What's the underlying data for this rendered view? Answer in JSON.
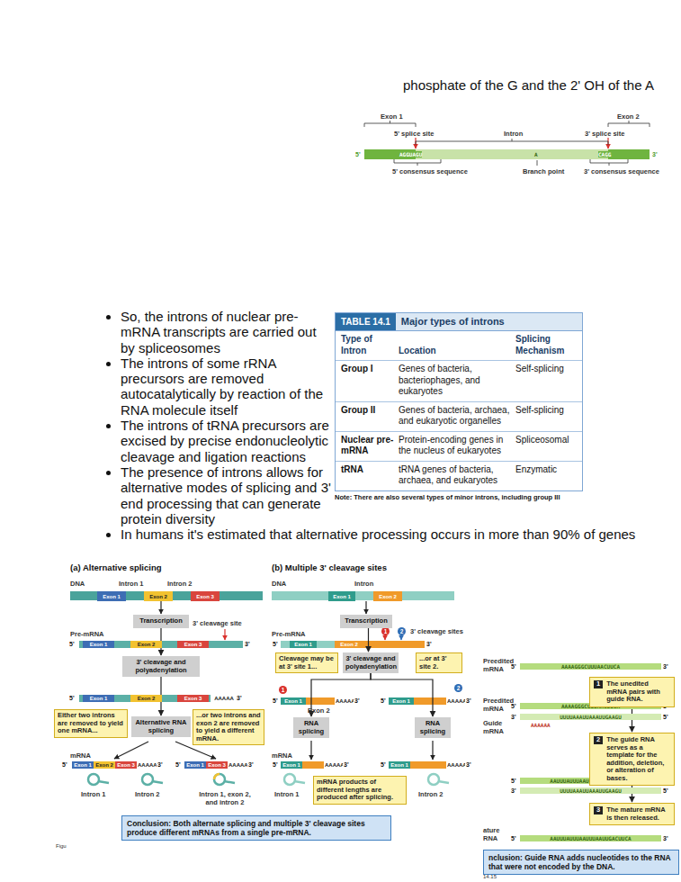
{
  "diagram": {
    "nodes": [
      {
        "text": [
          "Transcription"
        ]
      },
      {
        "text": [
          "3' cleavage and polyadenylation"
        ]
      },
      {
        "text": [
          "Alternative RNA splicing"
        ]
      },
      {
        "text": [
          "Either two introns are removed to yield one mRNA..."
        ]
      },
      {
        "text": [
          "...or two introns and exon 2 are removed to yield a different mRNA."
        ]
      },
      {
        "text": [
          "Conclusion: Both alternate splicing and multiple 3' cleavage sites produce different mRNAs from a single pre-mRNA."
        ]
      },
      {
        "text": [
          "Transcription"
        ]
      },
      {
        "text": [
          "Cleavage may be at 3' site 1..."
        ]
      },
      {
        "text": [
          "3' cleavage and polyadenylation"
        ]
      },
      {
        "text": [
          "...or at 3' site 2."
        ]
      },
      {
        "text": [
          "RNA splicing"
        ]
      },
      {
        "text": [
          "RNA splicing"
        ]
      },
      {
        "text": [
          "mRNA products of different lengths are produced after splicing."
        ]
      },
      {
        "text": [
          "1",
          "The unedited mRNA pairs with guide RNA."
        ]
      },
      {
        "text": [
          "2",
          "The guide RNA serves as a template for the addition, deletion, or alteration of bases."
        ]
      },
      {
        "text": [
          "3",
          "The mature mRNA is then released."
        ]
      },
      {
        "text": [
          "nclusion: Guide RNA adds nucleotides to the RNA that were not encoded by the DNA."
        ]
      }
    ],
    "edges": [
      {
        "from": 0,
        "to": 1,
        "arrow": "to"
      },
      {
        "from": 1,
        "to": 2,
        "arrow": "to"
      },
      {
        "from": 6,
        "to": 8,
        "arrow": "to"
      },
      {
        "from": 8,
        "to": 10,
        "arrow": "to"
      },
      {
        "from": 8,
        "to": 11,
        "arrow": "to"
      },
      {
        "from": 13,
        "to": 14,
        "arrow": "to"
      },
      {
        "from": 14,
        "to": 15,
        "arrow": "to"
      }
    ],
    "labels": [
      "phosphate of the G and the 2' OH of the A",
      "Exon 1",
      "5' splice site",
      "Intron",
      "Exon 2",
      "3' splice site",
      "5'",
      "AGGUAGU",
      "A",
      "CAGG",
      "3'",
      "5' consensus sequence",
      "Branch point",
      "3' consensus sequence",
      "So, the introns of nuclear pre-mRNA transcripts are carried out by spliceosomes",
      "The introns of some rRNA precursors are removed autocatalytically by reaction of the RNA molecule itself",
      "The introns of tRNA precursors are excised by precise endonucleolytic cleavage and ligation reactions",
      "The presence of introns allows for alternative modes of splicing and 3' end processing that can generate protein diversity",
      "In humans it's estimated that alternative processing occurs in more than 90% of genes",
      "TABLE 14.1",
      "Major types of introns",
      "Type of Intron",
      "Location",
      "Splicing Mechanism",
      "Group I",
      "Genes of bacteria, bacteriophages, and eukaryotes",
      "Self-splicing",
      "Group II",
      "Genes of bacteria, archaea, and eukaryotic organelles",
      "Self-splicing",
      "Nuclear pre-mRNA",
      "Protein-encoding genes in the nucleus of eukaryotes",
      "Spliceosomal",
      "tRNA",
      "tRNA genes of bacteria, archaea, and eukaryotes",
      "Enzymatic",
      "Note: There are also several types of minor introns, including group III",
      "(a) Alternative splicing",
      "DNA",
      "Intron 1",
      "Intron 2",
      "Exon 1",
      "Exon 2",
      "Exon 3",
      "3' cleavage site",
      "Pre-mRNA",
      "5'",
      "Exon 1",
      "Exon 2",
      "Exon 3",
      "3'",
      "5'",
      "Exon 1",
      "Exon 2",
      "Exon 3",
      "AAAAA",
      "3'",
      "mRNA",
      "5'",
      "Exon 1",
      "Exon 2",
      "Exon 3",
      "AAAAA",
      "3'",
      "5'",
      "Exon 1",
      "Exon 3",
      "AAAAA",
      "3'",
      "Intron 1",
      "Intron 2",
      "Intron 1, exon 2, and intron 2",
      "(b) Multiple 3' cleavage sites",
      "DNA",
      "Intron",
      "Exon 1",
      "Exon 2",
      "Pre-mRNA",
      "5'",
      "Exon 1",
      "Exon 2",
      "1",
      "2",
      "3' cleavage sites",
      "3'",
      "1",
      "5'",
      "Exon 1",
      "AAAAA",
      "3'",
      "Exon 2",
      "2",
      "5'",
      "Exon 1",
      "AAAAA",
      "3'",
      "mRNA",
      "5'",
      "Exon 1",
      "AAAAA",
      "3'",
      "5'",
      "Exon 1",
      "AAAAA",
      "3'",
      "Intron 1",
      "Intron 2",
      "Preedited mRNA",
      "5'",
      "AAAAGGGCUUUAACUUCA",
      "3'",
      "Preedited mRNA",
      "5'",
      "AAAAGGGCUUUAACUUCA",
      "3'",
      "Guide mRNA",
      "3'",
      "UUUUAAAUUAAAUUGAAGU",
      "5'",
      "AAAAAA",
      "5'",
      "AAUUUAUUUAAUUUAAUUGACUUCA",
      "3'",
      "3'",
      "UUUUAAAUUAAAUUGAAGU",
      "5'",
      "ature",
      "RNA",
      "5'",
      "AAUUUAUUUAAUUUAAUUGACUUCA",
      "3'",
      "14.15",
      "Figu"
    ]
  }
}
